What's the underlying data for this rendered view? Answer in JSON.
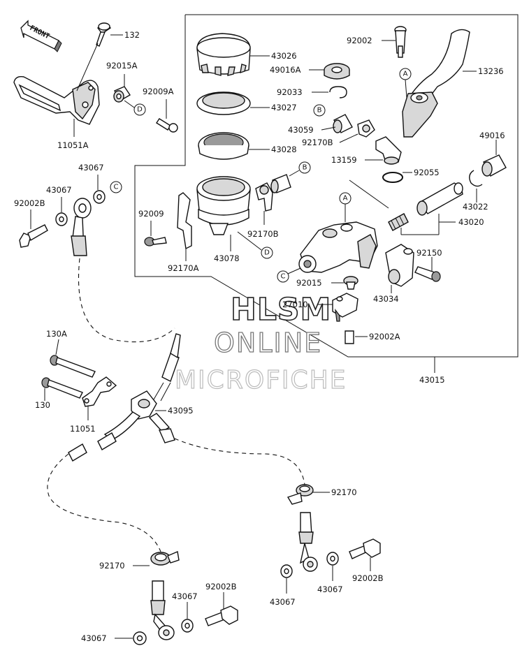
{
  "front_label": "FRONT",
  "watermark": {
    "line1": "HLSM",
    "line2": "ONLINE",
    "line3": "MICROFICHE"
  },
  "labels": [
    {
      "id": "132",
      "text": "132"
    },
    {
      "id": "92015A",
      "text": "92015A"
    },
    {
      "id": "92009A",
      "text": "92009A"
    },
    {
      "id": "11051A",
      "text": "11051A"
    },
    {
      "id": "43067_a",
      "text": "43067"
    },
    {
      "id": "43067_b",
      "text": "43067"
    },
    {
      "id": "92002B_a",
      "text": "92002B"
    },
    {
      "id": "43026",
      "text": "43026"
    },
    {
      "id": "49016A",
      "text": "49016A"
    },
    {
      "id": "92033",
      "text": "92033"
    },
    {
      "id": "43027",
      "text": "43027"
    },
    {
      "id": "43028",
      "text": "43028"
    },
    {
      "id": "92009",
      "text": "92009"
    },
    {
      "id": "92170B_a",
      "text": "92170B"
    },
    {
      "id": "43078",
      "text": "43078"
    },
    {
      "id": "92170A",
      "text": "92170A"
    },
    {
      "id": "92002",
      "text": "92002"
    },
    {
      "id": "13236",
      "text": "13236"
    },
    {
      "id": "43059",
      "text": "43059"
    },
    {
      "id": "92170B_b",
      "text": "92170B"
    },
    {
      "id": "13159",
      "text": "13159"
    },
    {
      "id": "49016",
      "text": "49016"
    },
    {
      "id": "92055",
      "text": "92055"
    },
    {
      "id": "43022",
      "text": "43022"
    },
    {
      "id": "43020",
      "text": "43020"
    },
    {
      "id": "92150",
      "text": "92150"
    },
    {
      "id": "92015",
      "text": "92015"
    },
    {
      "id": "43034",
      "text": "43034"
    },
    {
      "id": "27010",
      "text": "27010"
    },
    {
      "id": "92002A",
      "text": "92002A"
    },
    {
      "id": "43015",
      "text": "43015"
    },
    {
      "id": "130A",
      "text": "130A"
    },
    {
      "id": "130",
      "text": "130"
    },
    {
      "id": "11051",
      "text": "11051"
    },
    {
      "id": "43095",
      "text": "43095"
    },
    {
      "id": "92170_a",
      "text": "92170"
    },
    {
      "id": "92170_b",
      "text": "92170"
    },
    {
      "id": "92002B_b",
      "text": "92002B"
    },
    {
      "id": "43067_c",
      "text": "43067"
    },
    {
      "id": "43067_d",
      "text": "43067"
    },
    {
      "id": "92002B_c",
      "text": "92002B"
    },
    {
      "id": "43067_e",
      "text": "43067"
    },
    {
      "id": "43067_f",
      "text": "43067"
    }
  ],
  "refs": {
    "A": "A",
    "B": "B",
    "C": "C",
    "D": "D"
  }
}
